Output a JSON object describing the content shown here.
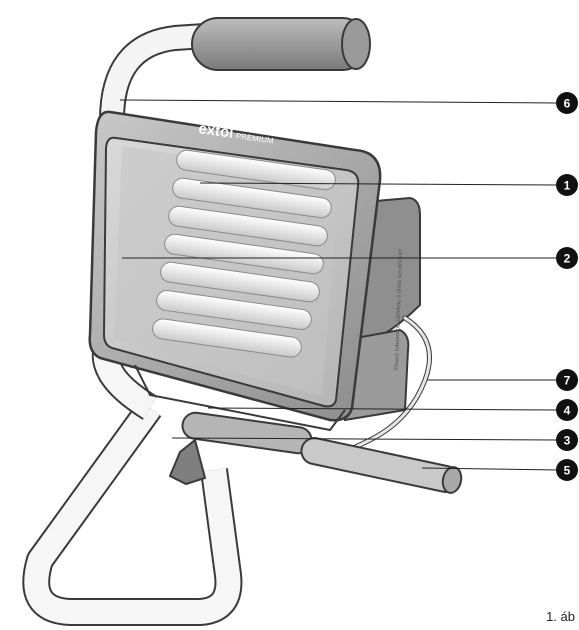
{
  "brand": {
    "logo_text": "extol",
    "logo_suffix": "PREMIUM",
    "side_label": "Pouze tubusovou zářivkou s tímto označením"
  },
  "callouts": [
    {
      "id": "callout-6",
      "number": "6"
    },
    {
      "id": "callout-1",
      "number": "1"
    },
    {
      "id": "callout-2",
      "number": "2"
    },
    {
      "id": "callout-7",
      "number": "7"
    },
    {
      "id": "callout-4",
      "number": "4"
    },
    {
      "id": "callout-3",
      "number": "3"
    },
    {
      "id": "callout-5",
      "number": "5"
    }
  ],
  "figure_label": "1. áb",
  "colors": {
    "body": "#a6a6a6",
    "body_dark": "#7d7d7d",
    "body_light": "#cfcfcf",
    "stand": "#f2f2f2",
    "outline": "#3a3a3a",
    "callout_fill": "#111111"
  }
}
